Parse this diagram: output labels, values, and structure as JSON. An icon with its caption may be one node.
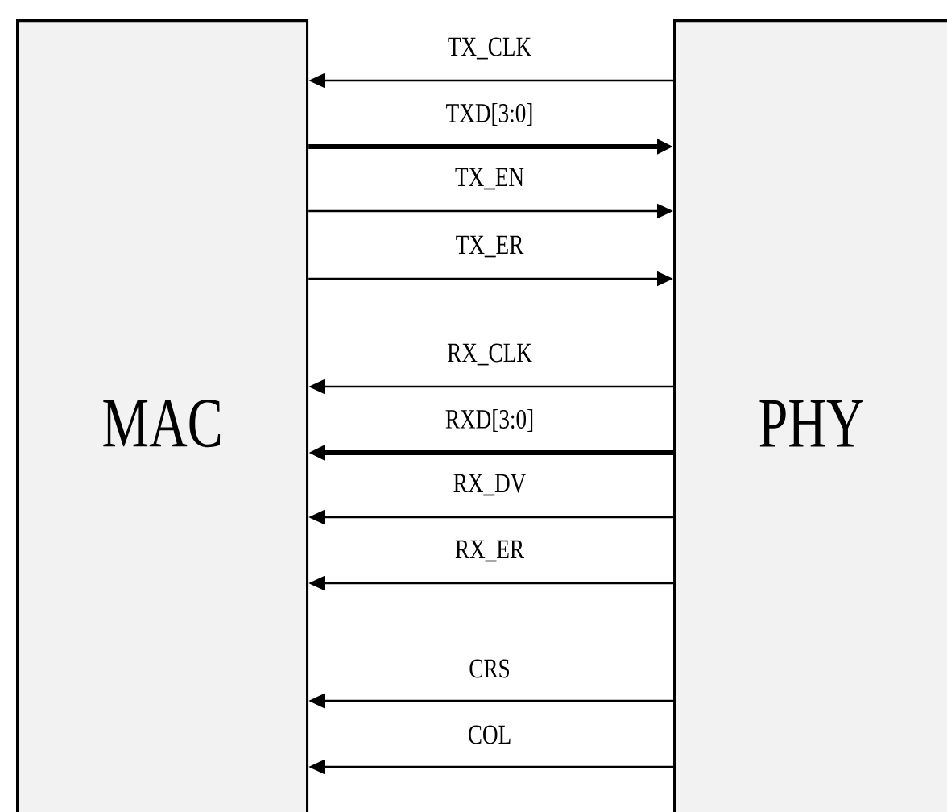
{
  "diagram": {
    "nodes": [
      {
        "text": [
          "MAC"
        ]
      },
      {
        "text": [
          "PHY"
        ]
      }
    ],
    "edges": [
      {
        "from": 1,
        "to": 0,
        "arrow": "to",
        "label": "TX_CLK"
      },
      {
        "from": 0,
        "to": 1,
        "arrow": "to",
        "label": "TXD[3:0]",
        "style": "thick"
      },
      {
        "from": 0,
        "to": 1,
        "arrow": "to",
        "label": "TX_EN"
      },
      {
        "from": 0,
        "to": 1,
        "arrow": "to",
        "label": "TX_ER"
      },
      {
        "from": 1,
        "to": 0,
        "arrow": "to",
        "label": "RX_CLK"
      },
      {
        "from": 1,
        "to": 0,
        "arrow": "to",
        "label": "RXD[3:0]",
        "style": "thick"
      },
      {
        "from": 1,
        "to": 0,
        "arrow": "to",
        "label": "RX_DV"
      },
      {
        "from": 1,
        "to": 0,
        "arrow": "to",
        "label": "RX_ER"
      },
      {
        "from": 1,
        "to": 0,
        "arrow": "to",
        "label": "CRS"
      },
      {
        "from": 1,
        "to": 0,
        "arrow": "to",
        "label": "COL"
      }
    ]
  }
}
